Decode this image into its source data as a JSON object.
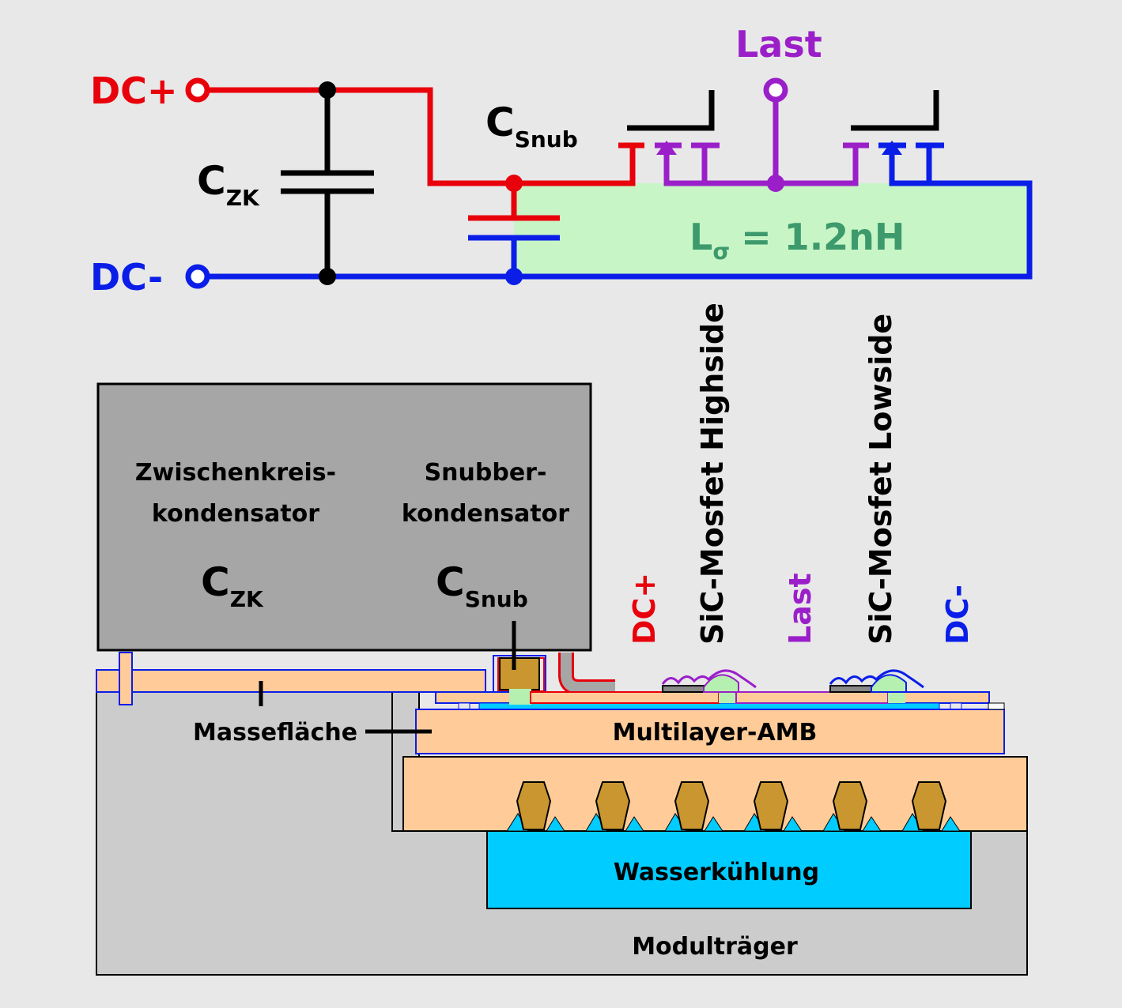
{
  "colors": {
    "dc_plus": "#e8000b",
    "dc_minus": "#0a1ee8",
    "last": "#9b1fc9",
    "black": "#000000",
    "inductance_area": "#c8f5c6",
    "inductance_text": "#3c9a6c",
    "copper": "#ffcc99",
    "capacitor_box": "#a6a6a6",
    "module_carrier": "#cccccc",
    "cooling": "#00ccff",
    "pin_fin": "#c9962f",
    "background": "#e8e8e8"
  },
  "schematic": {
    "dc_plus": "DC+",
    "dc_minus": "DC-",
    "last": "Last",
    "c_zk": {
      "main": "C",
      "sub": "ZK"
    },
    "c_snub": {
      "main": "C",
      "sub": "Snub"
    },
    "inductance": {
      "main": "L",
      "sub": "σ",
      "value": "= 1.2nH"
    }
  },
  "cross_section": {
    "zk_title_line1": "Zwischenkreis-",
    "zk_title_line2": "kondensator",
    "zk_symbol": {
      "main": "C",
      "sub": "ZK"
    },
    "snub_title_line1": "Snubber-",
    "snub_title_line2": "kondensator",
    "snub_symbol": {
      "main": "C",
      "sub": "Snub"
    },
    "terminal_dc_plus": "DC+",
    "mosfet_highside": "SiC-Mosfet Highside",
    "terminal_last": "Last",
    "mosfet_lowside": "SiC-Mosfet Lowside",
    "terminal_dc_minus": "DC-",
    "massflaeche": "Massefläche",
    "amb": "Multilayer-AMB",
    "cooling": "Wasserkühlung",
    "carrier": "Modulträger"
  }
}
